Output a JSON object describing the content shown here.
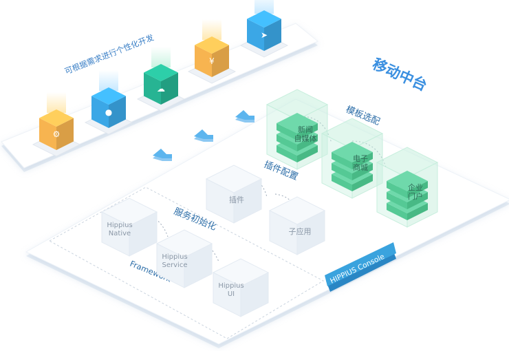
{
  "top_caption": "可根据需求进行个性化开发",
  "title": "移动中台",
  "sections": {
    "template": "模板选配",
    "plugin": "插件配置",
    "service": "服务初始化",
    "framework": "Framework"
  },
  "console_label": "HIPPIUS Console",
  "templates": [
    {
      "line1": "新闻",
      "line2": "自媒体"
    },
    {
      "line1": "电子",
      "line2": "商城"
    },
    {
      "line1": "企业",
      "line2": "门户"
    }
  ],
  "plugins": [
    "插件",
    "子应用"
  ],
  "framework_items": [
    {
      "line1": "Hippius",
      "line2": "Native"
    },
    {
      "line1": "Hippius",
      "line2": "Service"
    },
    {
      "line1": "Hippius",
      "line2": "UI"
    }
  ],
  "app_cubes": [
    {
      "icon": "android-icon",
      "color": "#f7b450"
    },
    {
      "icon": "apple-icon",
      "color": "#3ba7e6"
    },
    {
      "icon": "wechat-icon",
      "color": "#27b493"
    },
    {
      "icon": "alipay-icon",
      "color": "#f7b450"
    },
    {
      "icon": "paper-plane-icon",
      "color": "#3ba7e6"
    }
  ],
  "colors": {
    "accent_blue": "#3aa3e6",
    "title_blue": "#2e86de",
    "green": "#5fd0a0",
    "console_bg": "#3aa3de"
  }
}
